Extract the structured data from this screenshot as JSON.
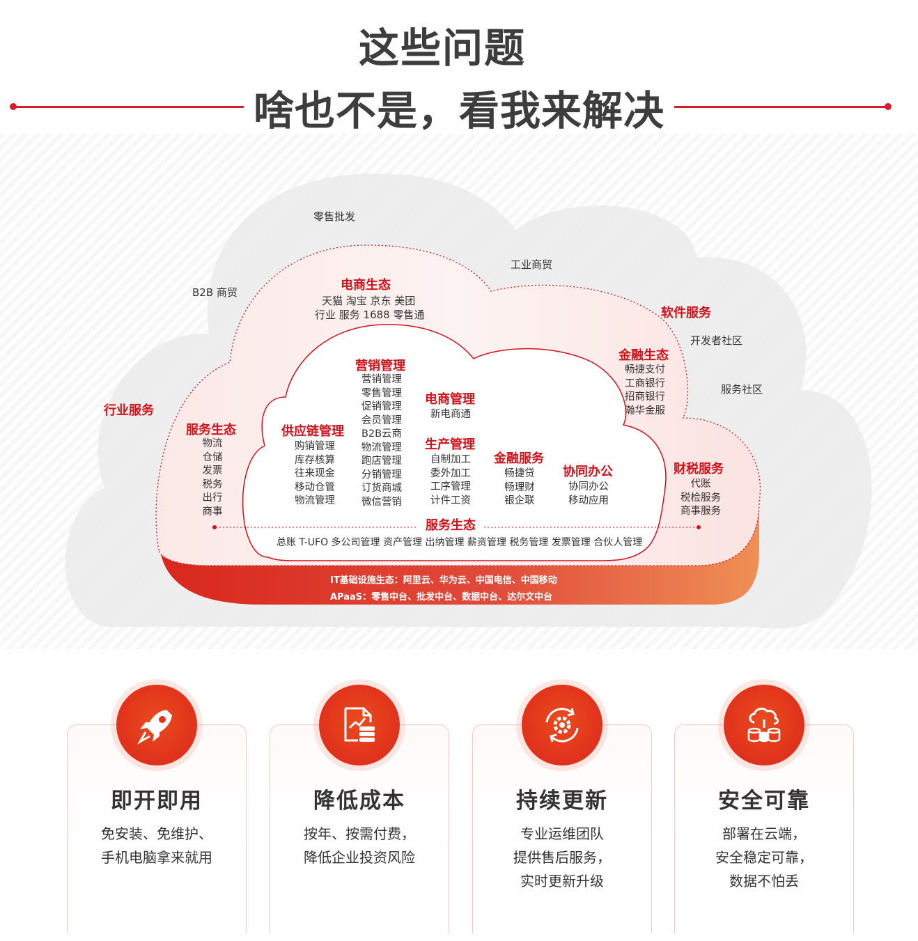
{
  "header": {
    "title_line1": "这些问题",
    "title_line2": "啥也不是，看我来解决"
  },
  "colors": {
    "accent_red": "#d0121b",
    "gradient_start": "#d9271c",
    "gradient_end": "#ef8f55"
  },
  "cloud": {
    "outer_labels": {
      "retail_wholesale": "零售批发",
      "industrial_trade": "工业商贸",
      "b2b_trade": "B2B 商贸",
      "industry_service": "行业服务",
      "software_service": "软件服务",
      "developer_community": "开发者社区",
      "service_community": "服务社区"
    },
    "middle": {
      "ecommerce_eco": {
        "title": "电商生态",
        "line1": "天猫 淘宝 京东 美团",
        "line2": "行业 服务 1688 零售通"
      },
      "service_eco": {
        "title": "服务生态",
        "items": [
          "物流",
          "仓储",
          "发票",
          "税务",
          "出行",
          "商事"
        ]
      },
      "finance_eco": {
        "title": "金融生态",
        "items": [
          "畅捷支付",
          "工商银行",
          "招商银行",
          "瀚华金服"
        ]
      },
      "finance_tax": {
        "title": "财税服务",
        "items": [
          "代账",
          "税检服务",
          "商事服务"
        ]
      }
    },
    "inner": {
      "supply_chain": {
        "title": "供应链管理",
        "items": [
          "购销管理",
          "库存核算",
          "往来现金",
          "移动仓管",
          "物流管理"
        ]
      },
      "marketing": {
        "title": "营销管理",
        "items": [
          "营销管理",
          "零售管理",
          "促销管理",
          "会员管理",
          "B2B云商",
          "物流管理",
          "跑店管理",
          "分销管理",
          "订货商城",
          "微信营销"
        ]
      },
      "ecommerce_mgmt": {
        "title": "电商管理",
        "items": [
          "新电商通"
        ]
      },
      "production": {
        "title": "生产管理",
        "items": [
          "自制加工",
          "委外加工",
          "工序管理",
          "计件工资"
        ]
      },
      "finance_service": {
        "title": "金融服务",
        "items": [
          "畅捷贷",
          "畅理财",
          "银企联"
        ]
      },
      "collab_office": {
        "title": "协同办公",
        "items": [
          "协同办公",
          "移动应用"
        ]
      },
      "service_eco_bottom": "服务生态",
      "bottom_line": "总账 T-UFO 多公司管理 资产管理 出纳管理 薪资管理 税务管理 发票管理 合伙人管理"
    },
    "base": {
      "it_infra": "IT基础设施生态：阿里云、华为云、中国电信、中国移动",
      "apaas": "APaaS：零售中台、批发中台、数据中台、达尔文中台"
    }
  },
  "cards": [
    {
      "icon": "rocket-icon",
      "title": "即开即用",
      "lines": [
        "免安装、免维护、",
        "手机电脑拿来就用"
      ]
    },
    {
      "icon": "document-cost-icon",
      "title": "降低成本",
      "lines": [
        "按年、按需付费，",
        "降低企业投资风险"
      ]
    },
    {
      "icon": "gear-refresh-icon",
      "title": "持续更新",
      "lines": [
        "专业运维团队",
        "提供售后服务，",
        "实时更新升级"
      ]
    },
    {
      "icon": "cloud-database-icon",
      "title": "安全可靠",
      "lines": [
        "部署在云端，",
        "安全稳定可靠，",
        "数据不怕丢"
      ]
    }
  ]
}
